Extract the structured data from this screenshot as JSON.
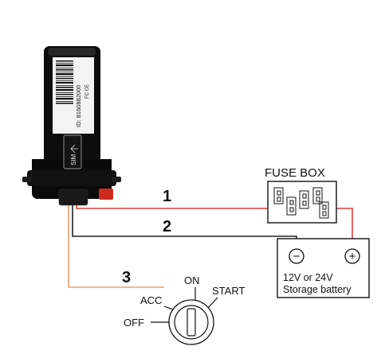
{
  "device": {
    "id_text": "ID: 8160882000",
    "sim_label": "SIM",
    "cert_marks": "FC CE"
  },
  "fuse_box": {
    "label": "FUSE BOX"
  },
  "battery": {
    "minus_symbol": "−",
    "plus_symbol": "+",
    "line1": "12V or 24V",
    "line2": "Storage battery"
  },
  "wires": {
    "wire1_number": "1",
    "wire2_number": "2",
    "wire3_number": "3"
  },
  "ignition": {
    "acc_label": "ACC",
    "on_label": "ON",
    "start_label": "START",
    "off_label": "OFF"
  },
  "colors": {
    "wire_red": "#d9413a",
    "wire_black": "#222222",
    "wire_orange": "#e8a06a",
    "device_body": "#0c0c0c"
  }
}
